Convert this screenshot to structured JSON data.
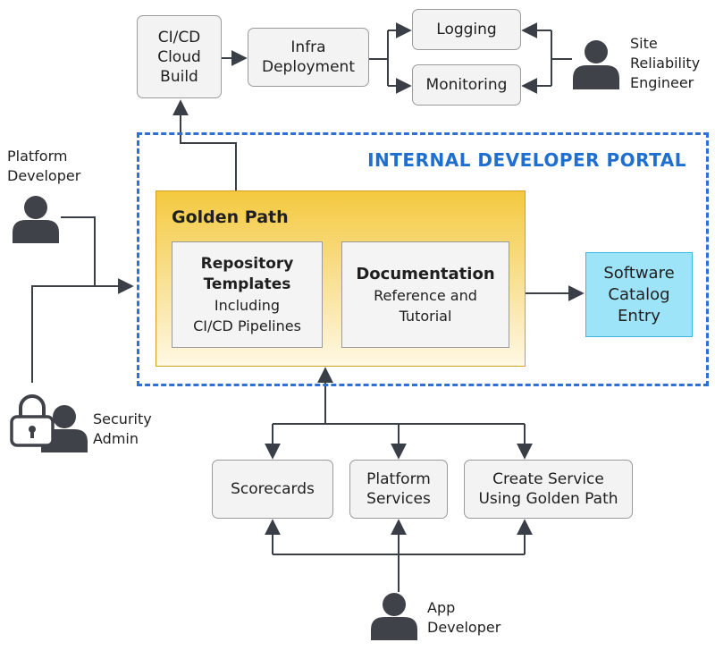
{
  "pipeline": {
    "cicd_lines": [
      "CI/CD",
      "Cloud",
      "Build"
    ],
    "infra_lines": [
      "Infra",
      "Deployment"
    ],
    "logging": "Logging",
    "monitoring": "Monitoring"
  },
  "actors": {
    "sre_lines": [
      "Site",
      "Reliability",
      "Engineer"
    ],
    "platform_dev_lines": [
      "Platform",
      "Developer"
    ],
    "security_lines": [
      "Security",
      "Admin"
    ],
    "app_dev_lines": [
      "App",
      "Developer"
    ]
  },
  "portal": {
    "title": "INTERNAL DEVELOPER PORTAL",
    "golden_path": {
      "title": "Golden Path",
      "repo_title_lines": [
        "Repository",
        "Templates"
      ],
      "repo_sub_lines": [
        "Including",
        "CI/CD Pipelines"
      ],
      "docs_title": "Documentation",
      "docs_sub_lines": [
        "Reference and",
        "Tutorial"
      ]
    },
    "catalog_lines": [
      "Software",
      "Catalog",
      "Entry"
    ]
  },
  "bottom": {
    "scorecards": "Scorecards",
    "platform_services_lines": [
      "Platform",
      "Services"
    ],
    "create_service_lines": [
      "Create Service",
      "Using Golden Path"
    ]
  },
  "colors": {
    "portal_border": "#2f6fd6",
    "portal_title": "#1f6fd0",
    "golden_top": "#f4c93f",
    "catalog_fill": "#9ee4f9",
    "box_fill": "#f3f3f3",
    "connector": "#3a3f47"
  }
}
